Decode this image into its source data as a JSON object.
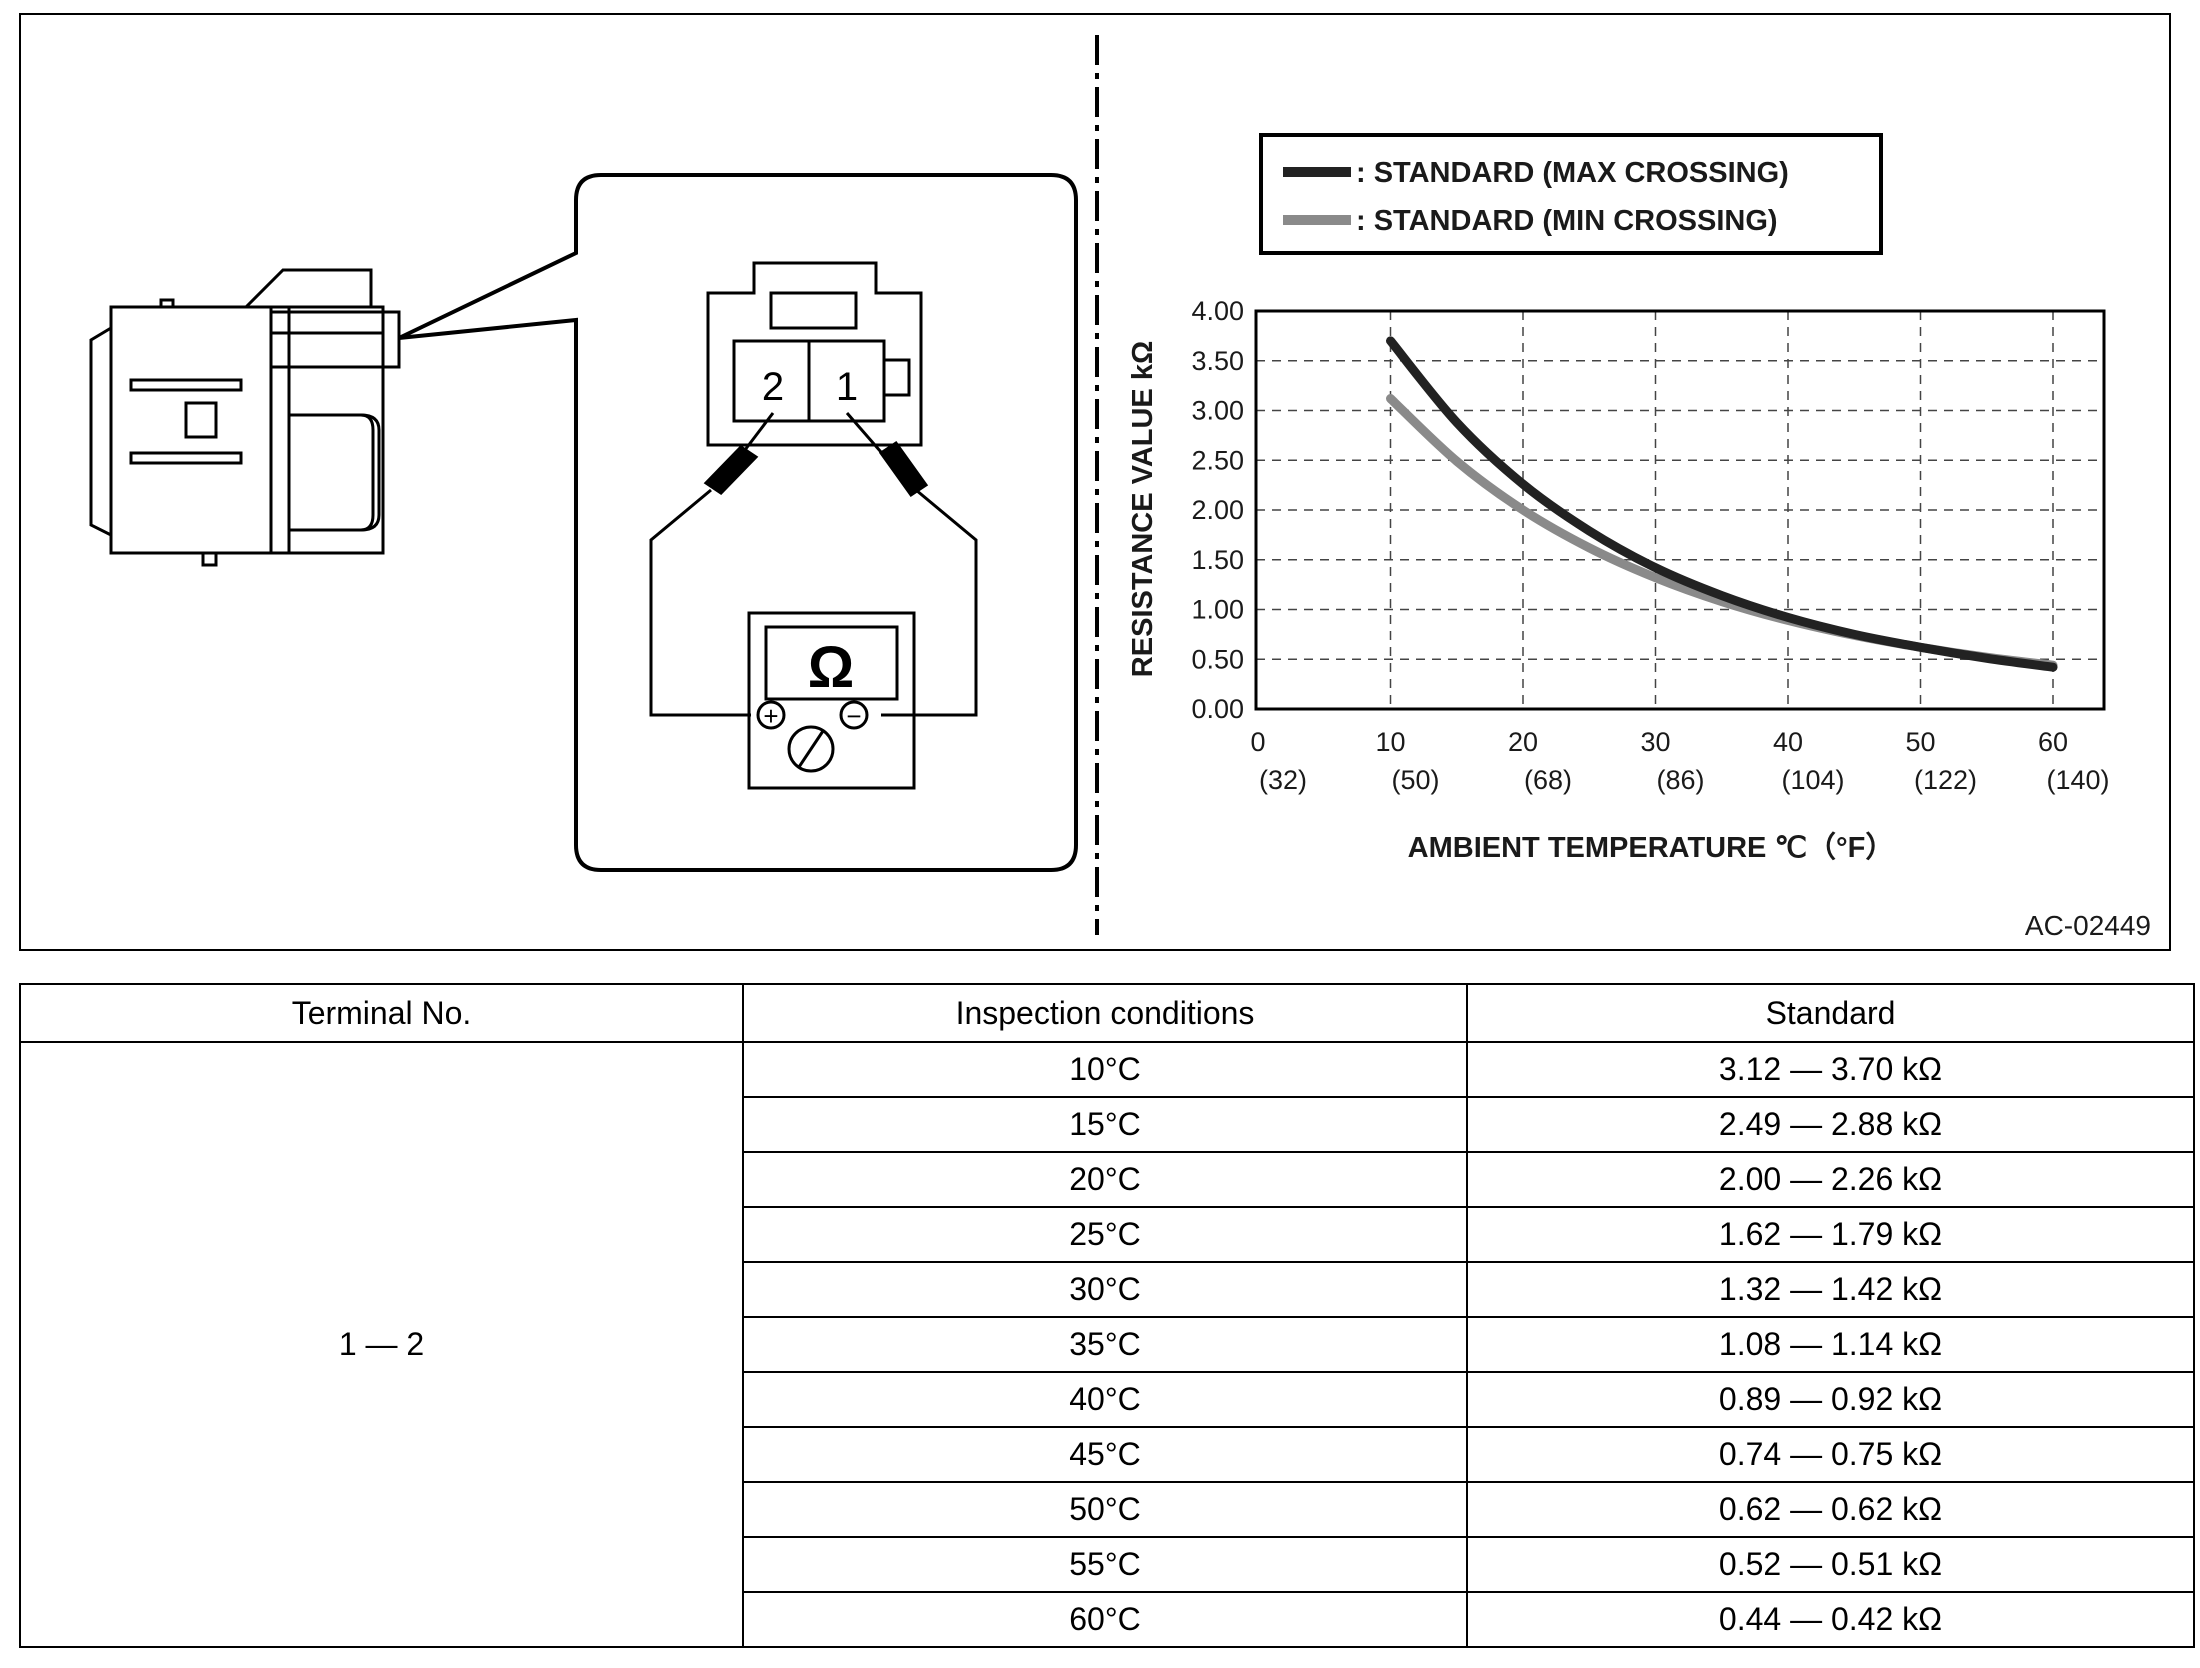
{
  "figure": {
    "code": "AC-02449",
    "meter_symbol": "Ω",
    "terminal_labels": [
      "2",
      "1"
    ],
    "meter_plus": "+",
    "meter_minus": "−"
  },
  "chart_data": {
    "type": "line",
    "xlabel": "AMBIENT TEMPERATURE ℃（°F）",
    "ylabel": "RESISTANCE VALUE kΩ",
    "xlim": [
      0,
      65
    ],
    "ylim": [
      0,
      4
    ],
    "grid": true,
    "legend_placement": "top",
    "x_ticks": [
      {
        "value": 0,
        "label": "0",
        "sublabel": "(32)"
      },
      {
        "value": 10,
        "label": "10",
        "sublabel": "(50)"
      },
      {
        "value": 20,
        "label": "20",
        "sublabel": "(68)"
      },
      {
        "value": 30,
        "label": "30",
        "sublabel": "(86)"
      },
      {
        "value": 40,
        "label": "40",
        "sublabel": "(104)"
      },
      {
        "value": 50,
        "label": "50",
        "sublabel": "(122)"
      },
      {
        "value": 60,
        "label": "60",
        "sublabel": "(140)"
      }
    ],
    "y_ticks": [
      "0.00",
      "0.50",
      "1.00",
      "1.50",
      "2.00",
      "2.50",
      "3.00",
      "3.50",
      "4.00"
    ],
    "x": [
      10,
      15,
      20,
      25,
      30,
      35,
      40,
      45,
      50,
      55,
      60
    ],
    "series": [
      {
        "name": ": STANDARD (MAX CROSSING)",
        "color": "#222222",
        "values": [
          3.7,
          2.88,
          2.26,
          1.79,
          1.42,
          1.14,
          0.92,
          0.75,
          0.62,
          0.51,
          0.42
        ]
      },
      {
        "name": ": STANDARD (MIN CROSSING)",
        "color": "#8a8a8a",
        "values": [
          3.12,
          2.49,
          2.0,
          1.62,
          1.32,
          1.08,
          0.89,
          0.74,
          0.62,
          0.52,
          0.44
        ]
      }
    ]
  },
  "table": {
    "headers": [
      "Terminal No.",
      "Inspection conditions",
      "Standard"
    ],
    "terminal": "1 — 2",
    "rows": [
      {
        "condition": "10°C",
        "standard": "3.12 — 3.70 kΩ"
      },
      {
        "condition": "15°C",
        "standard": "2.49 — 2.88 kΩ"
      },
      {
        "condition": "20°C",
        "standard": "2.00 — 2.26 kΩ"
      },
      {
        "condition": "25°C",
        "standard": "1.62 — 1.79 kΩ"
      },
      {
        "condition": "30°C",
        "standard": "1.32 — 1.42 kΩ"
      },
      {
        "condition": "35°C",
        "standard": "1.08 — 1.14 kΩ"
      },
      {
        "condition": "40°C",
        "standard": "0.89 — 0.92 kΩ"
      },
      {
        "condition": "45°C",
        "standard": "0.74 — 0.75 kΩ"
      },
      {
        "condition": "50°C",
        "standard": "0.62 — 0.62 kΩ"
      },
      {
        "condition": "55°C",
        "standard": "0.52 — 0.51 kΩ"
      },
      {
        "condition": "60°C",
        "standard": "0.44 — 0.42 kΩ"
      }
    ]
  }
}
